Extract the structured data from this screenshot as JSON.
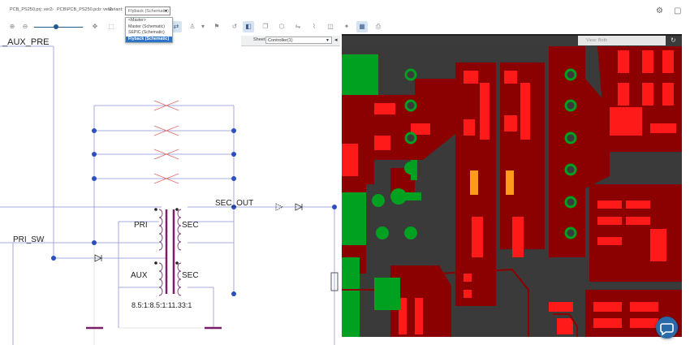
{
  "header": {
    "project_crumb": "PCB_PS250.prj: ver2",
    "separator": "›",
    "pcb_crumb": "PCB\\PCB_PS250.pcb: ver2",
    "variant_label": "Variant:",
    "variant_value": "Flyback (Schematic)",
    "variant_options": [
      "<Master>",
      "Master (Schematic)",
      "SEPIC (Schematic)",
      "Flyback (Schematic)"
    ],
    "selected_variant_index": 3
  },
  "toolbar": {
    "icons": [
      "zoom-in-icon",
      "zoom-out-icon",
      "move-icon",
      "select-area-icon",
      "cross-probe-icon",
      "component-icon",
      "net-icon",
      "flag-icon",
      "history-icon",
      "layer-icon",
      "copy-icon",
      "3d-icon",
      "flip-icon",
      "route-icon",
      "highlight-icon",
      "grid-icon",
      "print-icon"
    ],
    "zoom_level": 0.45
  },
  "sheet": {
    "label": "Sheet:",
    "value": "Controller(1)"
  },
  "schematic": {
    "net_aux_pre": "_AUX_PRE",
    "net_pri_sw": "PRI_SW",
    "net_sec_out": "SEC_OUT",
    "winding_pri": "PRI",
    "winding_sec_top": "SEC",
    "winding_aux": "AUX",
    "winding_sec_bottom": "SEC",
    "ratio": "8.5:1:8.5:1:11.33:1"
  },
  "pcb": {
    "view_button": "View: Both"
  },
  "colors": {
    "accent": "#2c72c7",
    "wire": "#3b4ad0",
    "pcb_copper": "#8b0000",
    "pcb_pad": "#ff1a1a",
    "pcb_green": "#00a020",
    "pcb_bg": "#3a3a3a"
  }
}
